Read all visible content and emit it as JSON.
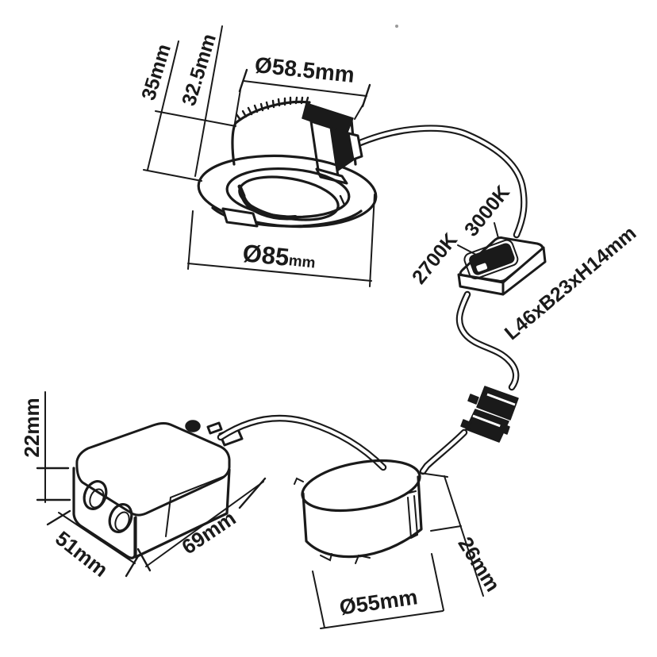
{
  "diagram": {
    "downlight": {
      "total_height": "35mm",
      "recessed_height": "32.5mm",
      "cutout_diameter": "Ø58.5mm",
      "trim_diameter_value": "Ø85",
      "trim_diameter_unit": "mm"
    },
    "cct_switch": {
      "option_warm": "2700K",
      "option_neutral": "3000K",
      "dimensions": "L46xB23xH14mm"
    },
    "junction_box": {
      "height": "22mm",
      "width": "51mm",
      "length": "69mm"
    },
    "driver": {
      "height": "26mm",
      "diameter": "Ø55mm"
    },
    "colors": {
      "line": "#1a1a1a",
      "background": "#ffffff"
    }
  }
}
